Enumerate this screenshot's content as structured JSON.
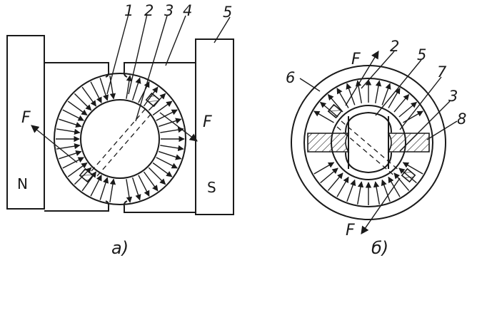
{
  "diagram": {
    "left": {
      "caption": "a)",
      "pole_n": "N",
      "pole_s": "S",
      "force_left": "F",
      "force_right": "F",
      "callouts": [
        "1",
        "2",
        "3",
        "4",
        "5"
      ]
    },
    "right": {
      "caption": "б)",
      "force_top": "F",
      "force_bottom": "F",
      "callouts": [
        "2",
        "5",
        "7",
        "3",
        "8",
        "6"
      ]
    }
  }
}
